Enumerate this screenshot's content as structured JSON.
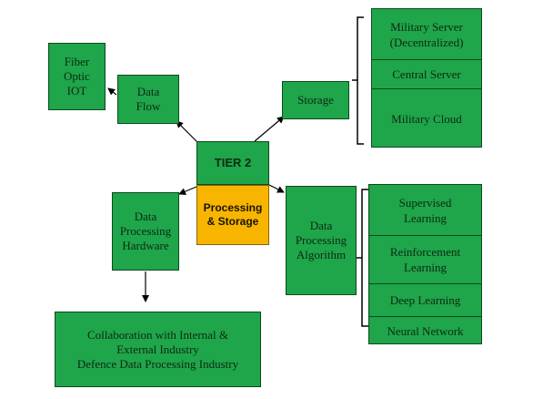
{
  "nodes": {
    "fiber": "Fiber\nOptic\nIOT",
    "data_flow": "Data\nFlow",
    "storage": "Storage",
    "tier": "TIER 2",
    "processing": "Processing\n& Storage",
    "hardware": "Data\nProcessing\nHardware",
    "algorithm": "Data\nProcessing\nAlgorithm",
    "collab": "Collaboration with Internal &\nExternal Industry\nDefence Data Processing Industry"
  },
  "storage_list": [
    "Military Server\n(Decentralized)",
    "Central Server",
    "Military Cloud"
  ],
  "algorithm_list": [
    "Supervised\nLearning",
    "Reinforcement\nLearning",
    "Deep Learning",
    "Neural Network"
  ],
  "colors": {
    "node_fill": "#1fa54a",
    "center_fill": "#f7b500",
    "line": "#000000"
  }
}
